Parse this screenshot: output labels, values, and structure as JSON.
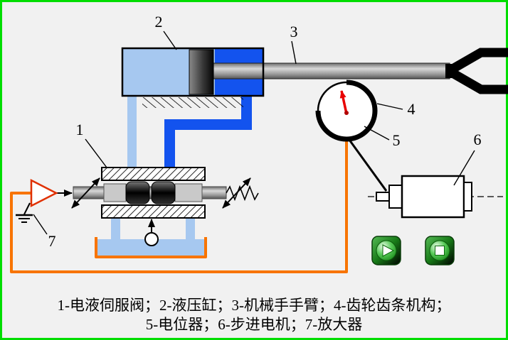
{
  "colors": {
    "border_green": "#00dd00",
    "background": "#f1f1f1",
    "pipe_blue": "#1353ee",
    "pipe_light_blue": "#a6c8f0",
    "wire_orange": "#f87400",
    "needle_red": "#e80000",
    "amplifier_red": "#e03000",
    "button_green": "#0f8a0f"
  },
  "labels": {
    "servo_valve": "1",
    "cylinder": "2",
    "arm": "3",
    "gear_rack": "4",
    "potentiometer": "5",
    "stepper_motor": "6",
    "amplifier": "7"
  },
  "caption": {
    "line1": "1-电液伺服阀；2-液压缸；3-机械手手臂；4-齿轮齿条机构；",
    "line2": "5-电位器；6-步进电机；7-放大器"
  },
  "icons": {
    "play": "play-icon",
    "stop": "stop-icon"
  }
}
